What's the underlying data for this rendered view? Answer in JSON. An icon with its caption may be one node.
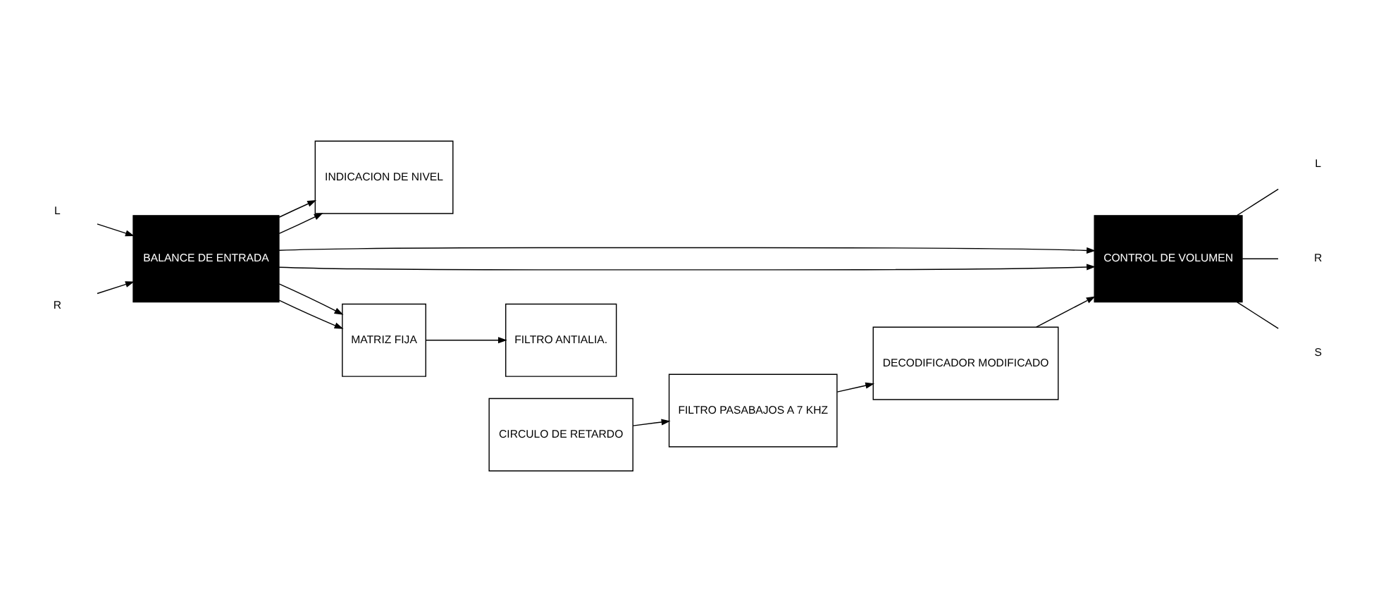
{
  "diagram": {
    "nodes": [
      {
        "text": [
          "L"
        ]
      },
      {
        "text": [
          "R"
        ]
      },
      {
        "text": [
          "BALANCE DE ENTRADA"
        ]
      },
      {
        "text": [
          "INDICACION DE NIVEL"
        ]
      },
      {
        "text": [
          "CONTROL DE VOLUMEN"
        ]
      },
      {
        "text": [
          "L"
        ]
      },
      {
        "text": [
          "R"
        ]
      },
      {
        "text": [
          "S"
        ]
      },
      {
        "text": [
          "MATRIZ FIJA"
        ]
      },
      {
        "text": [
          "FILTRO ANTIALIA."
        ]
      },
      {
        "text": [
          "CIRCULO DE RETARDO"
        ]
      },
      {
        "text": [
          "FILTRO PASABAJOS A 7 KHZ"
        ]
      },
      {
        "text": [
          "DECODIFICADOR MODIFICADO"
        ]
      }
    ],
    "edges": [
      {
        "from": 0,
        "to": 2,
        "arrow": "to"
      },
      {
        "from": 1,
        "to": 2,
        "arrow": "to"
      },
      {
        "from": 2,
        "to": 4,
        "arrow": "to"
      },
      {
        "from": 2,
        "to": 4,
        "arrow": "to"
      },
      {
        "from": 2,
        "to": 3,
        "arrow": "to"
      },
      {
        "from": 2,
        "to": 3,
        "arrow": "to"
      },
      {
        "from": 2,
        "to": 8,
        "arrow": "to"
      },
      {
        "from": 2,
        "to": 8,
        "arrow": "to"
      },
      {
        "from": 4,
        "to": 5,
        "arrow": "none"
      },
      {
        "from": 4,
        "to": 6,
        "arrow": "none"
      },
      {
        "from": 4,
        "to": 7,
        "arrow": "none"
      },
      {
        "from": 8,
        "to": 9,
        "arrow": "to"
      },
      {
        "from": 10,
        "to": 11,
        "arrow": "to"
      },
      {
        "from": 11,
        "to": 12,
        "arrow": "to"
      },
      {
        "from": 12,
        "to": 4,
        "arrow": "to"
      }
    ]
  }
}
